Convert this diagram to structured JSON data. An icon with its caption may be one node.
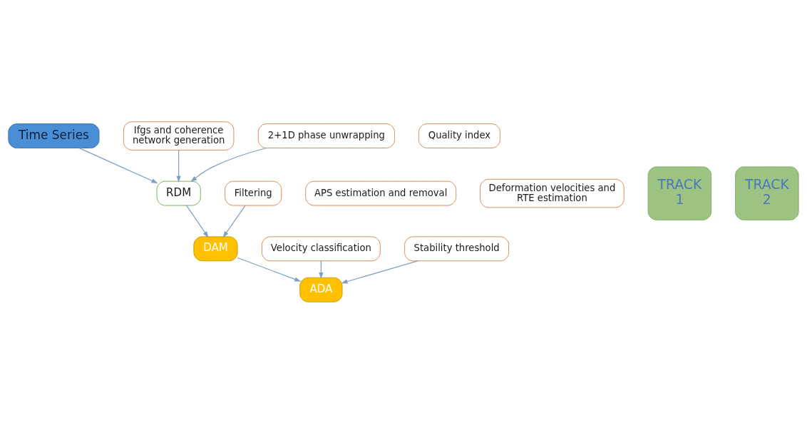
{
  "diagram": {
    "nodes": [
      {
        "text": [
          "Time Series"
        ]
      },
      {
        "text": [
          "Ifgs and coherence network generation"
        ]
      },
      {
        "text": [
          "2+1D phase unwrapping"
        ]
      },
      {
        "text": [
          "APS estimation and removal"
        ]
      },
      {
        "text": [
          "RDM"
        ]
      },
      {
        "text": [
          "Deformation velocities and RTE estimation"
        ]
      },
      {
        "text": [
          "TRACK 1"
        ]
      },
      {
        "text": [
          "TRACK 2"
        ]
      },
      {
        "text": [
          "Filtering"
        ]
      },
      {
        "text": [
          "DAM"
        ]
      },
      {
        "text": [
          "Velocity classification"
        ]
      },
      {
        "text": [
          "Stability threshold"
        ]
      },
      {
        "text": [
          "Quality index"
        ]
      },
      {
        "text": [
          "ADA"
        ]
      }
    ],
    "edges": [
      {
        "from": 0,
        "to": 4,
        "arrow": "to"
      },
      {
        "from": 1,
        "to": 4,
        "arrow": "to"
      },
      {
        "from": 2,
        "to": 4,
        "arrow": "to"
      },
      {
        "from": 4,
        "to": 9,
        "arrow": "to"
      },
      {
        "from": 8,
        "to": 9,
        "arrow": "to"
      },
      {
        "from": 9,
        "to": 13,
        "arrow": "to"
      },
      {
        "from": 10,
        "to": 13,
        "arrow": "to"
      },
      {
        "from": 11,
        "to": 13,
        "arrow": "to"
      }
    ]
  }
}
